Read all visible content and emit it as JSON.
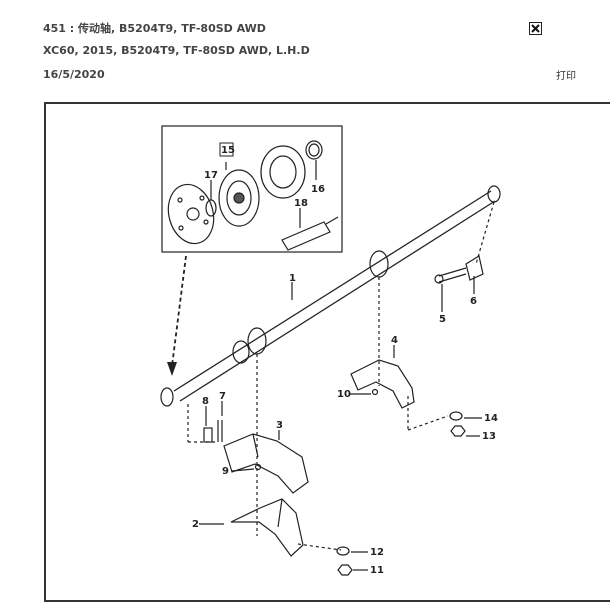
{
  "header": {
    "title": "451 : 传动轴, B5204T9, TF-80SD AWD",
    "subtitle": "XC60, 2015, B5204T9, TF-80SD AWD, L.H.D",
    "date": "16/5/2020",
    "print_label": "打印"
  },
  "icons": {
    "close": "close-x-icon"
  },
  "diagram": {
    "labels": {
      "p1": "1",
      "p2": "2",
      "p3": "3",
      "p4": "4",
      "p5": "5",
      "p6": "6",
      "p7": "7",
      "p8": "8",
      "p9": "9",
      "p10": "10",
      "p11": "11",
      "p12": "12",
      "p13": "13",
      "p14": "14",
      "p15": "15",
      "p16": "16",
      "p17": "17",
      "p18": "18"
    }
  }
}
